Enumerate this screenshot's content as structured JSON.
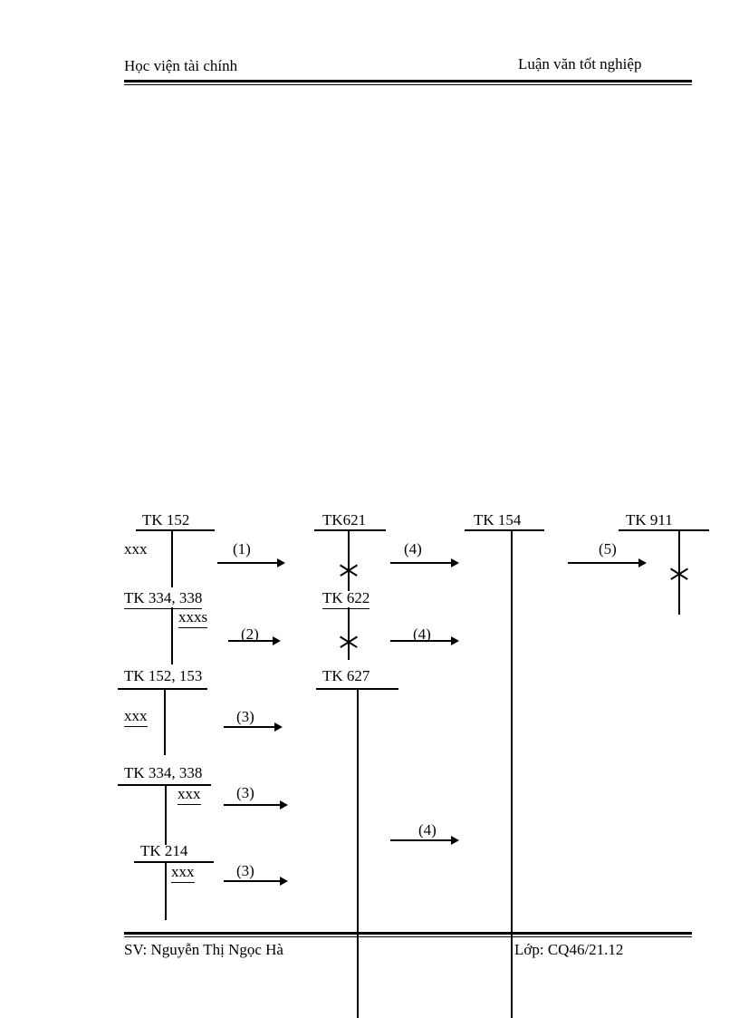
{
  "header": {
    "left": "Học viện tài chính",
    "right": "Luận văn tốt nghiệp"
  },
  "footer": {
    "left": "SV: Nguyễn Thị Ngọc Hà",
    "right": "Lớp: CQ46/21.12"
  },
  "diagram": {
    "accounts": {
      "tk152": {
        "label": "TK 152"
      },
      "tk621": {
        "label": "TK621"
      },
      "tk154": {
        "label": "TK 154"
      },
      "tk911": {
        "label": "TK 911"
      },
      "tk334_338_a": {
        "label": "TK 334, 338"
      },
      "tk622": {
        "label": "TK 622"
      },
      "tk152_153": {
        "label": "TK 152, 153"
      },
      "tk627": {
        "label": "TK 627"
      },
      "tk334_338_b": {
        "label": "TK 334, 338"
      },
      "tk214": {
        "label": "TK 214"
      }
    },
    "amounts": {
      "tk152": "xxx",
      "tk334_338_a": "xxxs",
      "tk152_153": "xxx",
      "tk334_338_b": "xxx",
      "tk214": "xxx"
    },
    "flow_labels": {
      "f1": "(1)",
      "f4_top": "(4)",
      "f5": "(5)",
      "f2": "(2)",
      "f4_mid": "(4)",
      "f3_a": "(3)",
      "f3_b": "(3)",
      "f4_bottom": "(4)",
      "f3_c": "(3)"
    }
  }
}
